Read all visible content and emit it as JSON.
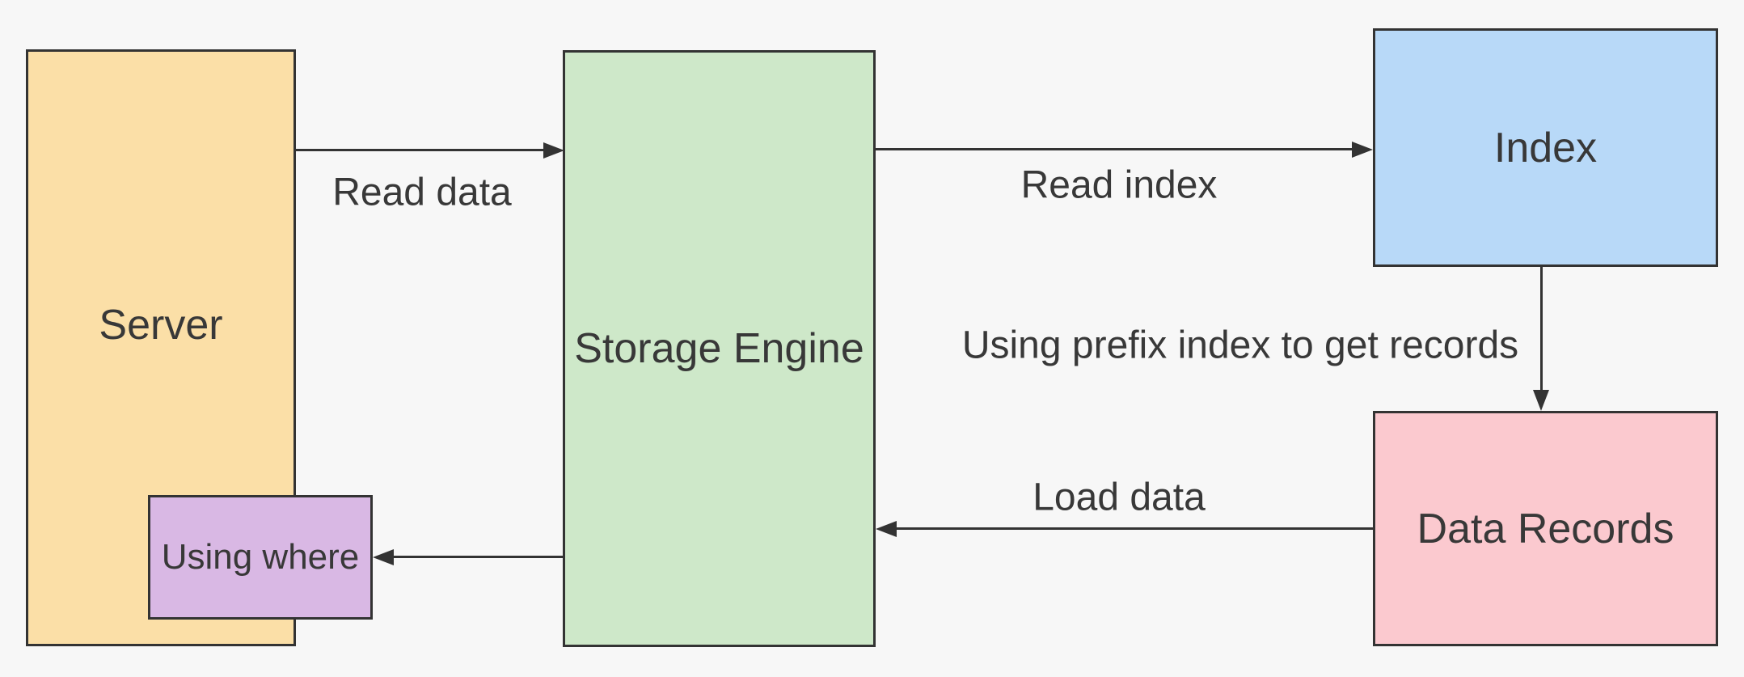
{
  "canvas": {
    "background": "#f7f7f7",
    "stroke_color": "#333333",
    "text_color": "#383838"
  },
  "nodes": {
    "server": {
      "label": "Server",
      "fill": "#fbdfa7"
    },
    "storage_engine": {
      "label": "Storage Engine",
      "fill": "#cee8c9"
    },
    "index": {
      "label": "Index",
      "fill": "#b8d9f8"
    },
    "data_records": {
      "label": "Data Records",
      "fill": "#fbc9cf"
    },
    "using_where": {
      "label": "Using where",
      "fill": "#d9b8e4"
    }
  },
  "edges": {
    "read_data": {
      "label": "Read data",
      "from": "server",
      "to": "storage_engine"
    },
    "read_index": {
      "label": "Read index",
      "from": "storage_engine",
      "to": "index"
    },
    "prefix_index": {
      "label": "Using prefix index to get records",
      "from": "index",
      "to": "data_records"
    },
    "load_data": {
      "label": "Load data",
      "from": "data_records",
      "to": "storage_engine"
    },
    "where_filter": {
      "label": "",
      "from": "storage_engine",
      "to": "using_where"
    }
  }
}
